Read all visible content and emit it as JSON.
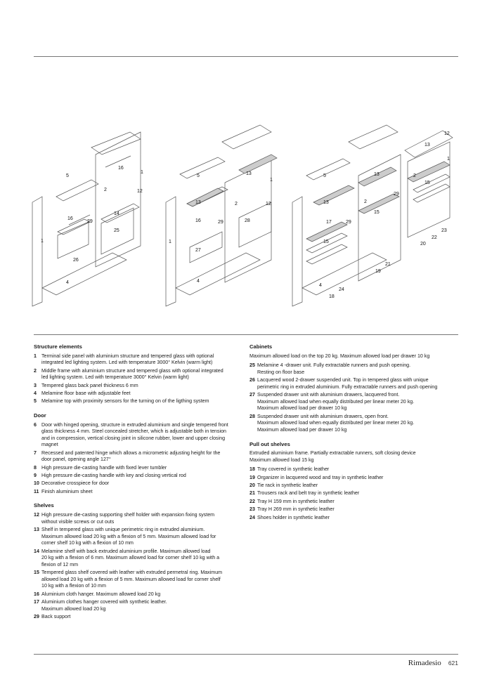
{
  "diagram": {
    "labels_unit1": [
      "5",
      "16",
      "1",
      "2",
      "12",
      "16",
      "29",
      "14",
      "25",
      "1",
      "26",
      "4"
    ],
    "labels_unit2": [
      "5",
      "13",
      "1",
      "13",
      "2",
      "12",
      "16",
      "29",
      "28",
      "1",
      "27",
      "4"
    ],
    "labels_unit3": [
      "12",
      "13",
      "1",
      "5",
      "13",
      "2",
      "29",
      "15",
      "13",
      "2",
      "15",
      "17",
      "29",
      "23",
      "15",
      "22",
      "20",
      "21",
      "19",
      "4",
      "24",
      "18"
    ]
  },
  "left_column": {
    "structure": {
      "title": "Structure elements",
      "items": [
        {
          "num": "1",
          "text": "Terminal side panel with aluminium structure and tempered glass with optional\nintegrated led lighting system. Led with temperature 3000° Kelvin (warm light)"
        },
        {
          "num": "2",
          "text": "Middle frame with aluminium structure and tempered glass with optional integrated\nled lighting system. Led with temperature 3000° Kelvin (warm light)"
        },
        {
          "num": "3",
          "text": "Tempered glass back panel thickness 6 mm"
        },
        {
          "num": "4",
          "text": "Melamine floor base with adjustable feet"
        },
        {
          "num": "5",
          "text": "Melamine top with proximity sensors for the turning on of the ligthing system"
        }
      ]
    },
    "door": {
      "title": "Door",
      "items": [
        {
          "num": "6",
          "text": "Door with hinged opening, structure in extruded aluminium and single tempered front\nglass thickness 4 mm. Steel concealed stretcher, which is adjustable both in tension\nand in compression, vertical closing joint in silicone rubber, lower and upper closing\nmagnet"
        },
        {
          "num": "7",
          "text": "Recessed and patented hinge which allows a micrometric adjusting height for the\ndoor panel, opening angle 127°"
        },
        {
          "num": "8",
          "text": "High pressure die-casting handle with fixed lever tumbler"
        },
        {
          "num": "9",
          "text": "High pressure die-casting handle with key and closing vertical rod"
        },
        {
          "num": "10",
          "text": "Decorative crosspiece for door"
        },
        {
          "num": "11",
          "text": "Finish aluminium sheet"
        }
      ]
    },
    "shelves": {
      "title": "Shelves",
      "items": [
        {
          "num": "12",
          "text": "High pressure die-casting supporting shelf holder with expansion fixing system\nwithout visible screws or cut outs"
        },
        {
          "num": "13",
          "text": "Shelf in tempered glass with unique perimetric ring in extruded aluminium.\nMaximum allowed load 20 kg with a flexion of 5 mm. Maximum allowed load for\ncorner shelf 10 kg with a flexion of 10 mm"
        },
        {
          "num": "14",
          "text": "Melamine shelf with back extruded aluminium profile. Maximum allowed load\n20 kg with a flexion of 6 mm. Maximum allowed load for corner shelf 10 kg with a\nflexion of 12 mm"
        },
        {
          "num": "15",
          "text": "Tempered glass shelf covered with leather with extruded permetral ring. Maximum\nallowed load 20 kg with a flexion of 5 mm. Maximum allowed load for corner shelf\n10 kg with a flexion of 10 mm"
        },
        {
          "num": "16",
          "text": "Aluminium cloth hanger. Maximum allowed load 20 kg"
        },
        {
          "num": "17",
          "text": "Aluminium clothes hanger covered with synthetic leather.\nMaximum allowed load 20 kg"
        },
        {
          "num": "29",
          "text": "Back support"
        }
      ]
    }
  },
  "right_column": {
    "cabinets": {
      "title": "Cabinets",
      "intro": "Maximum allowed load on the top 20 kg. Maximum allowed load per drawer 10 kg",
      "items": [
        {
          "num": "25",
          "text": "Melamine 4 -drawer unit. Fully extractable runners and push opening.\nResting on floor base"
        },
        {
          "num": "26",
          "text": "Lacquered wood 2-drawer suspended unit. Top in tempered glass with unique\nperimetric ring in extruded aluminium. Fully extractable runners and push opening"
        },
        {
          "num": "27",
          "text": "Suspended drawer unit with aluminium drawers, lacquered front.\nMaximum allowed load when equally distributed per linear meter 20 kg.\nMaximum allowed load per drawer 10 kg"
        },
        {
          "num": "28",
          "text": "Suspended drawer unit with aluminium drawers, open front.\nMaximum allowed load when equally distributed per linear meter 20 kg.\nMaximum allowed load per drawer 10 kg"
        }
      ]
    },
    "pullout": {
      "title": "Pull out shelves",
      "intro": "Extruded aluminium frame. Partially extractable runners, soft closing device\nMaximum allowed load 15 kg",
      "items": [
        {
          "num": "18",
          "text": "Tray covered in synthetic leather"
        },
        {
          "num": "19",
          "text": "Organizer in lacquered wood and tray in synthetic leather"
        },
        {
          "num": "20",
          "text": "Tie rack in synthetic leather"
        },
        {
          "num": "21",
          "text": "Trousers rack and belt tray in synthetic leather"
        },
        {
          "num": "22",
          "text": "Tray H 159 mm in synthetic leather"
        },
        {
          "num": "23",
          "text": "Tray H 269 mm in synthetic leather"
        },
        {
          "num": "24",
          "text": "Shoes holder in synthetic leather"
        }
      ]
    }
  },
  "footer": {
    "brand": "Rimadesio",
    "page": "621"
  }
}
